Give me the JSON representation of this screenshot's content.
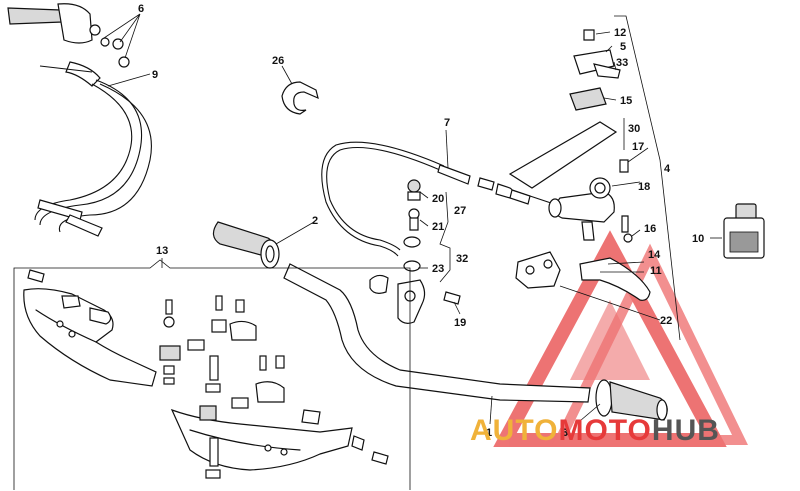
{
  "callouts": {
    "c1": "1",
    "c2": "2",
    "c3": "3",
    "c4": "4",
    "c5": "5",
    "c6": "6",
    "c7": "7",
    "c9": "9",
    "c10": "10",
    "c11": "11",
    "c12": "12",
    "c13": "13",
    "c14": "14",
    "c15": "15",
    "c16": "16",
    "c17": "17",
    "c18": "18",
    "c19": "19",
    "c20": "20",
    "c21": "21",
    "c22": "22",
    "c23": "23",
    "c26": "26",
    "c27": "27",
    "c30": "30",
    "c32": "32",
    "c33": "33"
  },
  "watermark": {
    "auto": "AUTO",
    "moto": "MOTO",
    "hub": "HUB",
    "color_auto": "#f0b23a",
    "color_moto": "#e63a3a",
    "color_hub": "#555555",
    "logo_color": "#e84545"
  }
}
